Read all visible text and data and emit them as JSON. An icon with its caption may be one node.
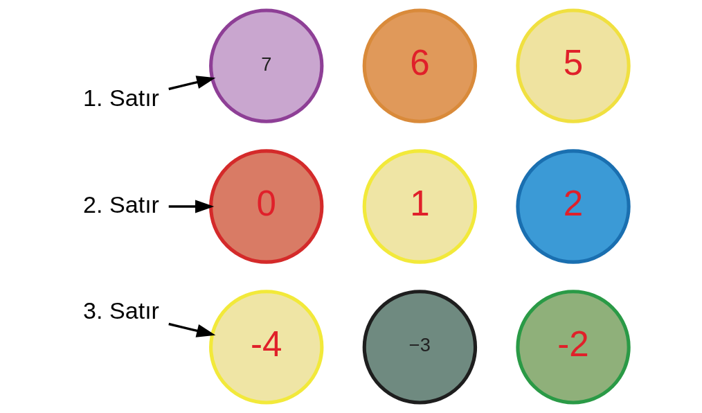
{
  "diagram": {
    "nodes": [
      {
        "text": [
          "1. Satır"
        ]
      },
      {
        "text": [
          "7"
        ]
      },
      {
        "text": [
          "6"
        ]
      },
      {
        "text": [
          "5"
        ]
      },
      {
        "text": [
          "2. Satır"
        ]
      },
      {
        "text": [
          "0"
        ]
      },
      {
        "text": [
          "1"
        ]
      },
      {
        "text": [
          "2"
        ]
      },
      {
        "text": [
          "3. Satır"
        ]
      },
      {
        "text": [
          "-4"
        ]
      },
      {
        "text": [
          "−3"
        ]
      },
      {
        "text": [
          "-2"
        ]
      }
    ],
    "edges": [
      {
        "from": 0,
        "to": 1,
        "arrow": "to"
      },
      {
        "from": 4,
        "to": 5,
        "arrow": "to"
      },
      {
        "from": 8,
        "to": 9,
        "arrow": "to"
      }
    ]
  }
}
